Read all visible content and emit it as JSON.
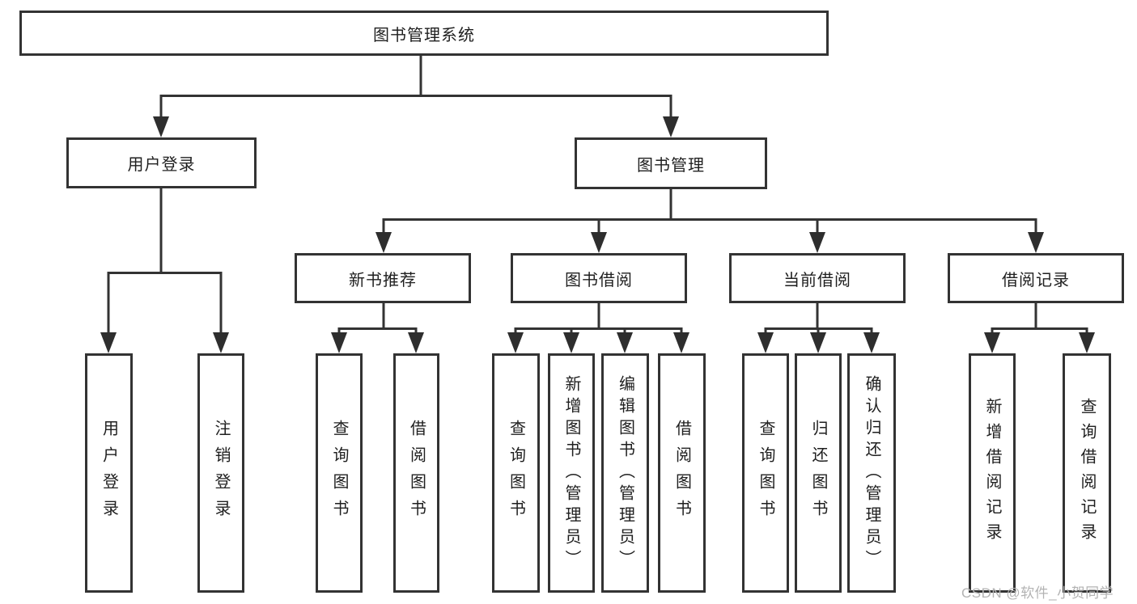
{
  "diagram_title": "图书管理系统",
  "watermark": "CSDN @软件_小贺同学",
  "colors": {
    "line": "#333333",
    "arrowhead": "#2e2e2e",
    "box_border": "#333333",
    "text": "#1f1f1f",
    "background": "#ffffff",
    "watermark_text": "#b3b3b3"
  },
  "nodes": {
    "root": "图书管理系统",
    "user_login": "用户登录",
    "book_mgmt": "图书管理",
    "new_book_rec": "新书推荐",
    "book_borrow": "图书借阅",
    "current_borrow": "当前借阅",
    "borrow_records": "借阅记录",
    "user_login_action": "用户登录",
    "logout_action": "注销登录",
    "nbr_query_books": "查询图书",
    "nbr_borrow_books": "借阅图书",
    "bb_query_books": "查询图书",
    "bb_add_books": "新增图书（管理员）",
    "bb_edit_books": "编辑图书（管理员）",
    "bb_borrow_books": "借阅图书",
    "cb_query_books": "查询图书",
    "cb_return_books": "归还图书",
    "cb_confirm_return": "确认归还（管理员）",
    "br_add_record": "新增借阅记录",
    "br_query_record": "查询借阅记录"
  },
  "hierarchy": {
    "图书管理系统": {
      "用户登录": [
        "用户登录",
        "注销登录"
      ],
      "图书管理": {
        "新书推荐": [
          "查询图书",
          "借阅图书"
        ],
        "图书借阅": [
          "查询图书",
          "新增图书（管理员）",
          "编辑图书（管理员）",
          "借阅图书"
        ],
        "当前借阅": [
          "查询图书",
          "归还图书",
          "确认归还（管理员）"
        ],
        "借阅记录": [
          "新增借阅记录",
          "查询借阅记录"
        ]
      }
    }
  }
}
